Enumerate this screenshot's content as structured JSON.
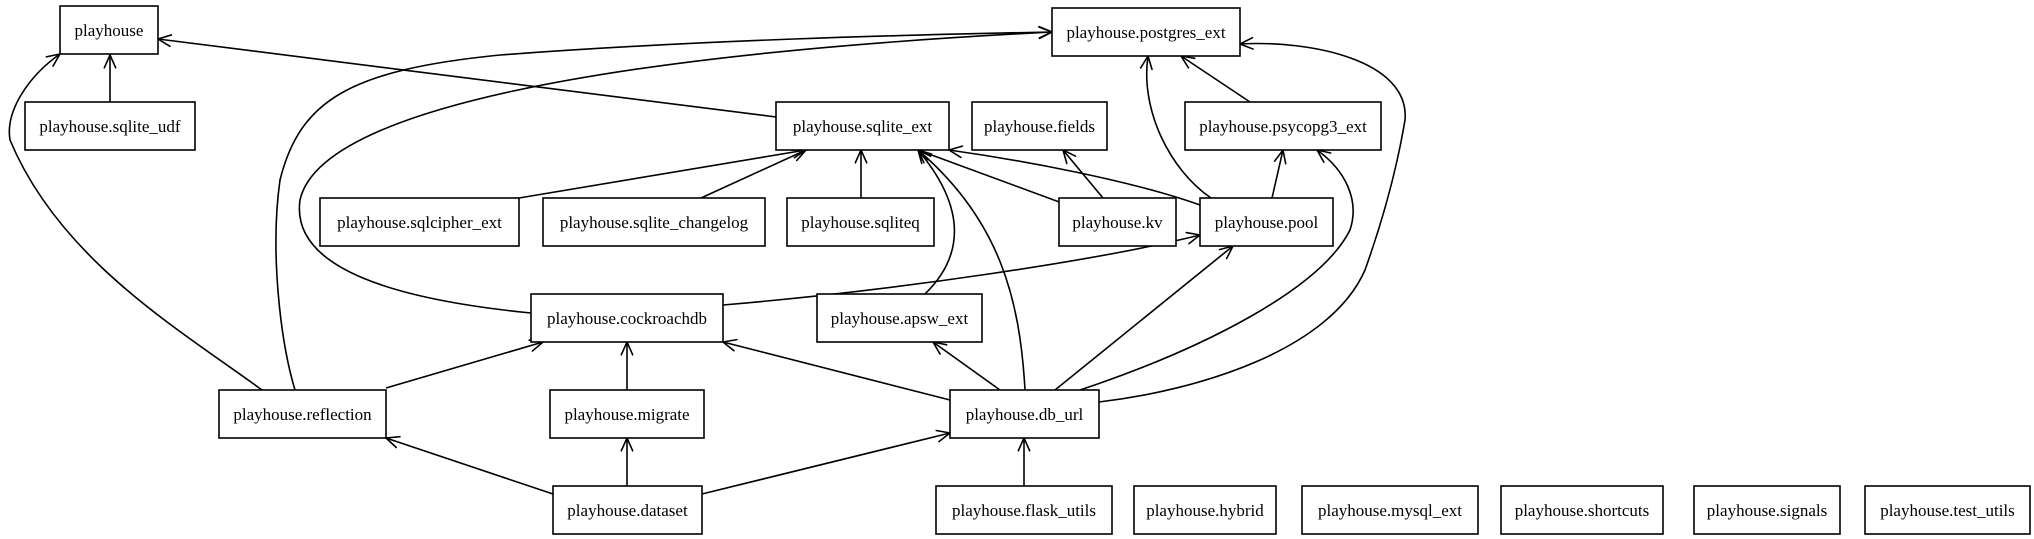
{
  "nodes": [
    {
      "id": "playhouse",
      "label": "playhouse"
    },
    {
      "id": "postgres_ext",
      "label": "playhouse.postgres_ext"
    },
    {
      "id": "sqlite_udf",
      "label": "playhouse.sqlite_udf"
    },
    {
      "id": "sqlite_ext",
      "label": "playhouse.sqlite_ext"
    },
    {
      "id": "fields",
      "label": "playhouse.fields"
    },
    {
      "id": "psycopg3_ext",
      "label": "playhouse.psycopg3_ext"
    },
    {
      "id": "sqlcipher_ext",
      "label": "playhouse.sqlcipher_ext"
    },
    {
      "id": "sqlite_changelog",
      "label": "playhouse.sqlite_changelog"
    },
    {
      "id": "sqliteq",
      "label": "playhouse.sqliteq"
    },
    {
      "id": "kv",
      "label": "playhouse.kv"
    },
    {
      "id": "pool",
      "label": "playhouse.pool"
    },
    {
      "id": "cockroachdb",
      "label": "playhouse.cockroachdb"
    },
    {
      "id": "apsw_ext",
      "label": "playhouse.apsw_ext"
    },
    {
      "id": "reflection",
      "label": "playhouse.reflection"
    },
    {
      "id": "migrate",
      "label": "playhouse.migrate"
    },
    {
      "id": "db_url",
      "label": "playhouse.db_url"
    },
    {
      "id": "dataset",
      "label": "playhouse.dataset"
    },
    {
      "id": "flask_utils",
      "label": "playhouse.flask_utils"
    },
    {
      "id": "hybrid",
      "label": "playhouse.hybrid"
    },
    {
      "id": "mysql_ext",
      "label": "playhouse.mysql_ext"
    },
    {
      "id": "shortcuts",
      "label": "playhouse.shortcuts"
    },
    {
      "id": "signals",
      "label": "playhouse.signals"
    },
    {
      "id": "test_utils",
      "label": "playhouse.test_utils"
    }
  ],
  "edges": [
    {
      "from": "sqlite_udf",
      "to": "playhouse"
    },
    {
      "from": "sqlite_ext",
      "to": "playhouse"
    },
    {
      "from": "reflection",
      "to": "playhouse"
    },
    {
      "from": "sqlcipher_ext",
      "to": "sqlite_ext"
    },
    {
      "from": "sqlite_changelog",
      "to": "sqlite_ext"
    },
    {
      "from": "sqliteq",
      "to": "sqlite_ext"
    },
    {
      "from": "kv",
      "to": "sqlite_ext"
    },
    {
      "from": "pool",
      "to": "sqlite_ext"
    },
    {
      "from": "apsw_ext",
      "to": "sqlite_ext"
    },
    {
      "from": "db_url",
      "to": "sqlite_ext"
    },
    {
      "from": "kv",
      "to": "fields"
    },
    {
      "from": "psycopg3_ext",
      "to": "postgres_ext"
    },
    {
      "from": "pool",
      "to": "postgres_ext"
    },
    {
      "from": "pool",
      "to": "psycopg3_ext"
    },
    {
      "from": "cockroachdb",
      "to": "postgres_ext"
    },
    {
      "from": "reflection",
      "to": "postgres_ext"
    },
    {
      "from": "db_url",
      "to": "postgres_ext"
    },
    {
      "from": "cockroachdb",
      "to": "pool"
    },
    {
      "from": "db_url",
      "to": "pool"
    },
    {
      "from": "db_url",
      "to": "psycopg3_ext"
    },
    {
      "from": "reflection",
      "to": "cockroachdb"
    },
    {
      "from": "migrate",
      "to": "cockroachdb"
    },
    {
      "from": "db_url",
      "to": "cockroachdb"
    },
    {
      "from": "db_url",
      "to": "apsw_ext"
    },
    {
      "from": "dataset",
      "to": "reflection"
    },
    {
      "from": "dataset",
      "to": "migrate"
    },
    {
      "from": "dataset",
      "to": "db_url"
    },
    {
      "from": "flask_utils",
      "to": "db_url"
    }
  ]
}
